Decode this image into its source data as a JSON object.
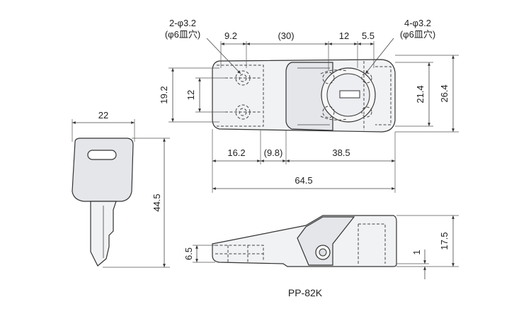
{
  "title": "PP-82K",
  "notes": {
    "hole_left": {
      "line1": "2-φ3.2",
      "line2": "(φ6皿穴)"
    },
    "hole_right": {
      "line1": "4-φ3.2",
      "line2": "(φ6皿穴)"
    }
  },
  "dimensions": {
    "key_width": "22",
    "key_length": "44.5",
    "top_9_2": "9.2",
    "top_30": "(30)",
    "top_12": "12",
    "top_5_5": "5.5",
    "left_19_2": "19.2",
    "left_12": "12",
    "right_21_4": "21.4",
    "right_26_4": "26.4",
    "bottom_16_2": "16.2",
    "bottom_9_8": "(9.8)",
    "bottom_38_5": "38.5",
    "overall_64_5": "64.5",
    "side_6_5": "6.5",
    "side_1": "1",
    "side_17_5": "17.5"
  },
  "colors": {
    "body": "#f1f2f4",
    "line": "#333333"
  }
}
